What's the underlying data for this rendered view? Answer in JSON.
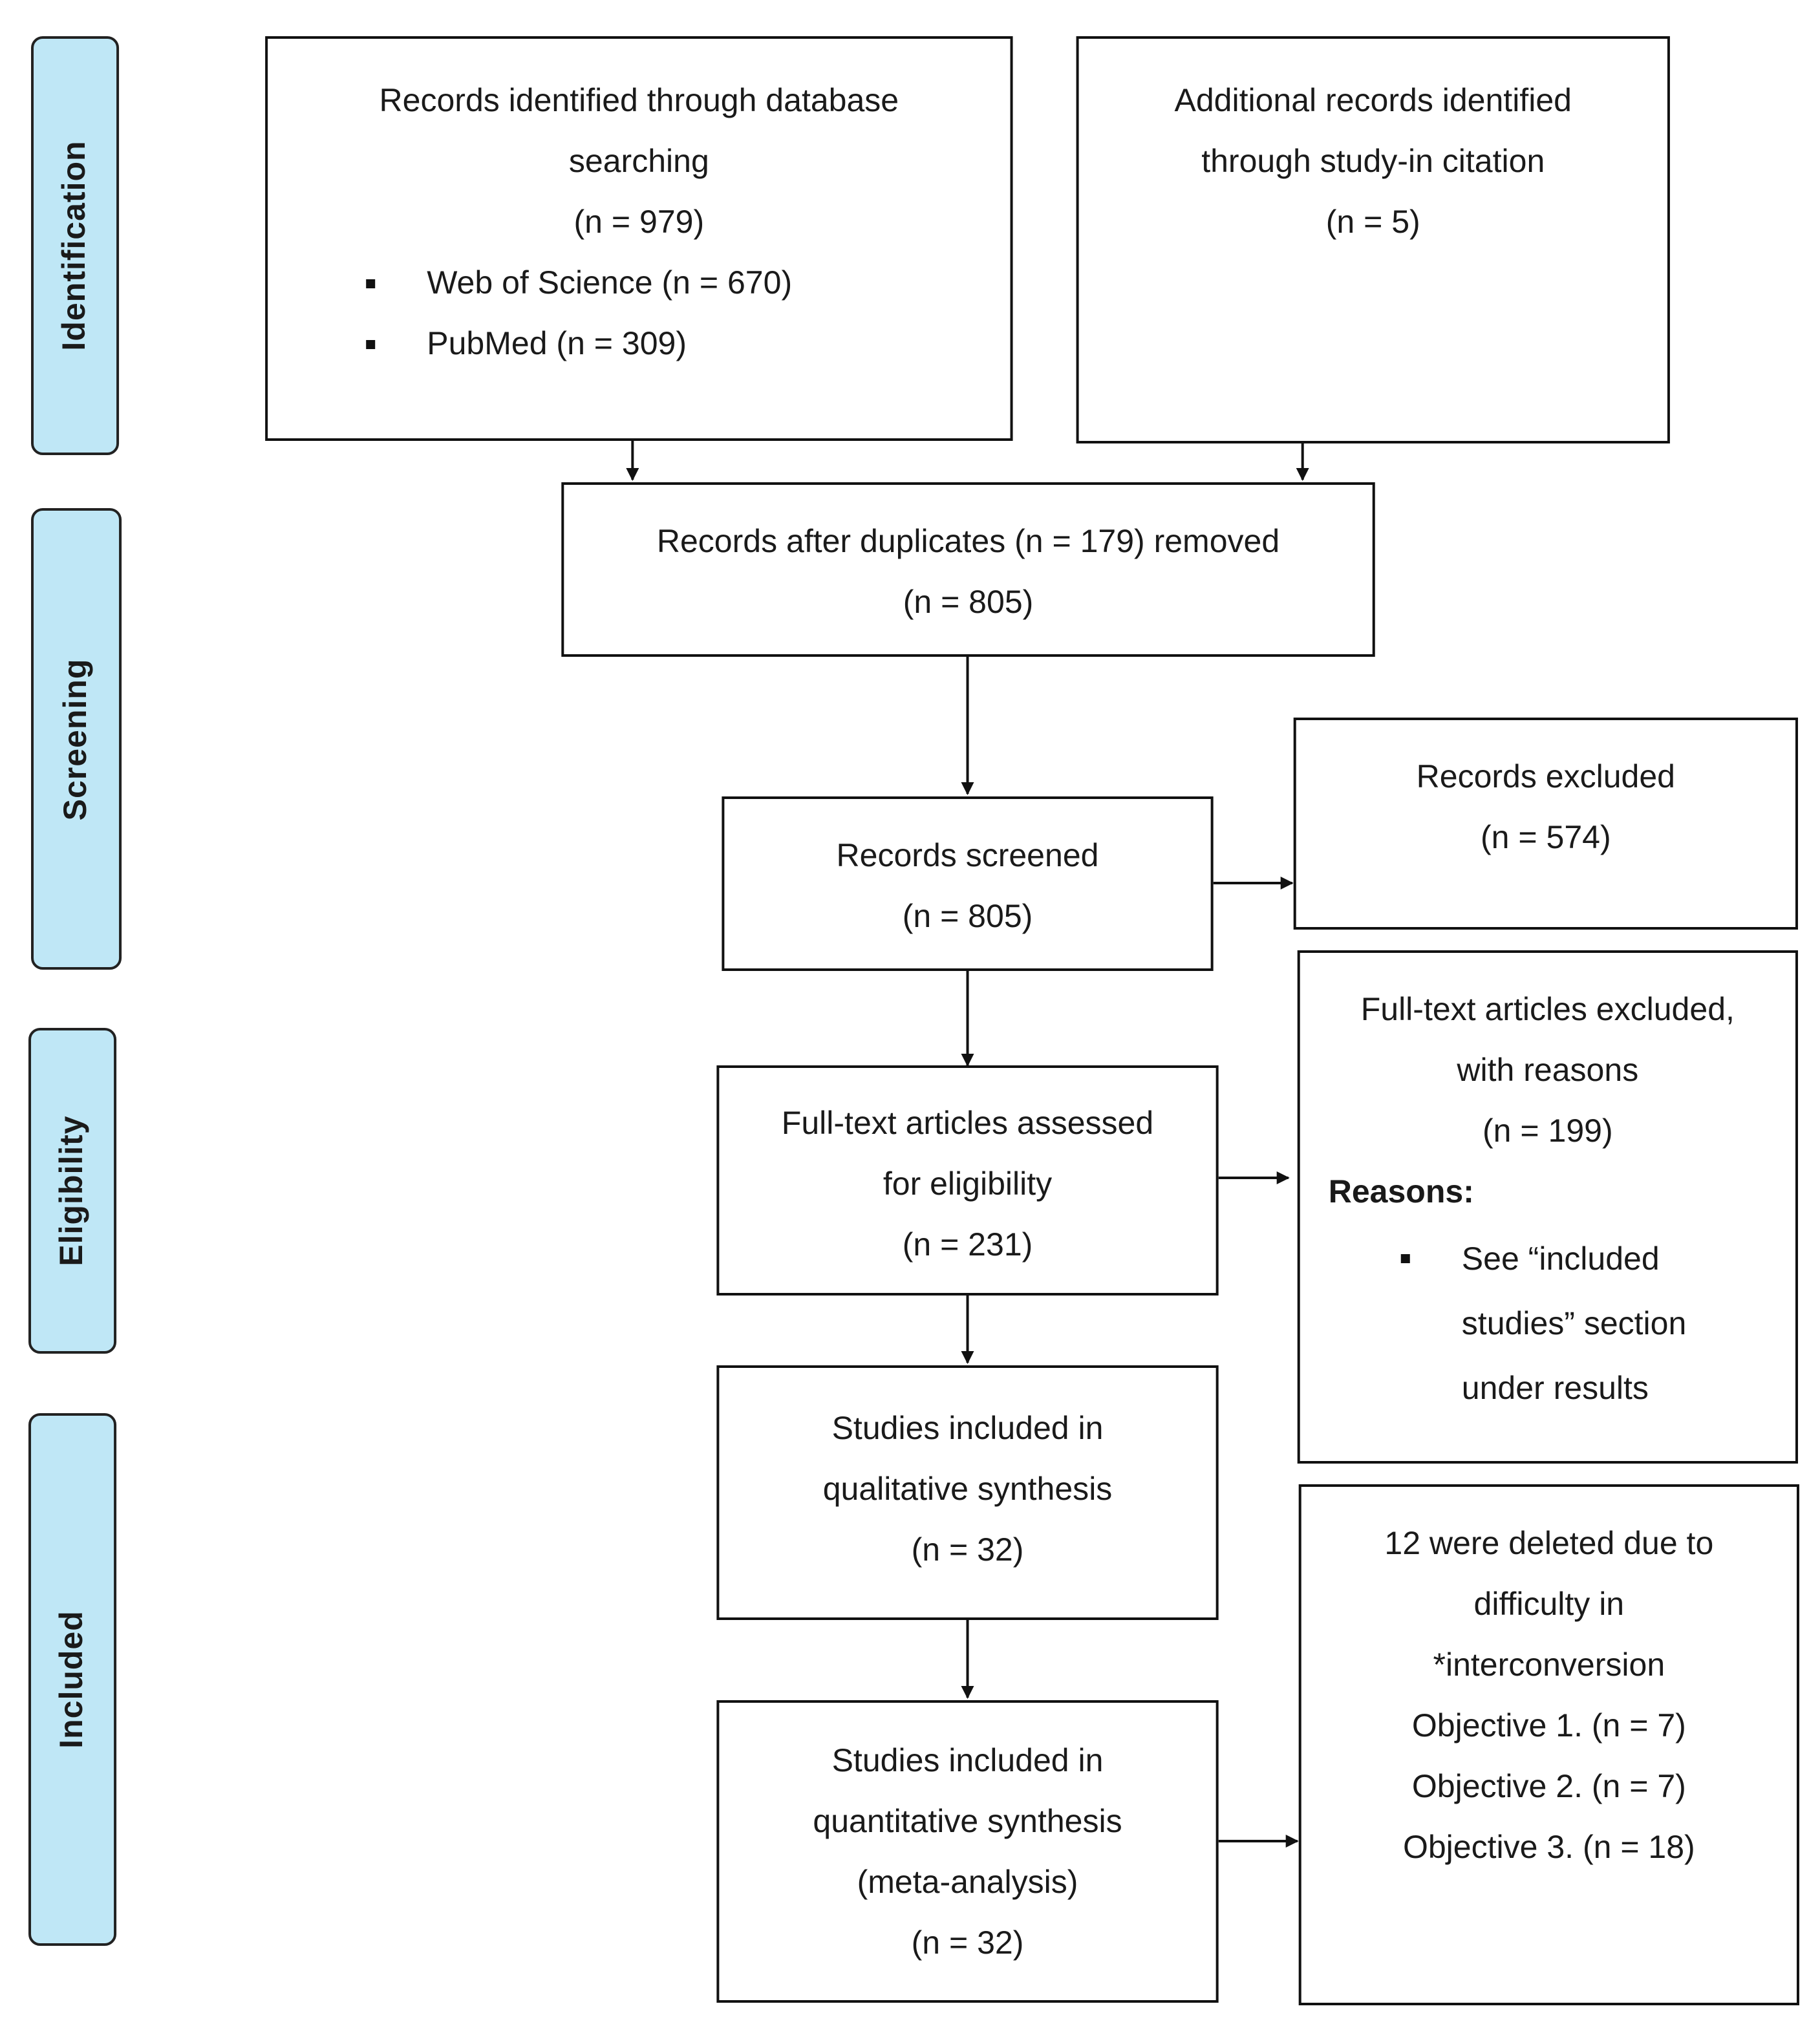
{
  "phases": {
    "identification": "Identification",
    "screening": "Screening",
    "eligibility": "Eligibility",
    "included": "Included"
  },
  "database": {
    "line1": "Records identified through database",
    "line2": "searching",
    "count": "(n = 979)",
    "sources": [
      "Web of Science (n = 670)",
      "PubMed (n = 309)"
    ]
  },
  "additional": {
    "line1": "Additional records identified",
    "line2": "through study-in citation",
    "count": "(n = 5)"
  },
  "duplicates": {
    "line1": "Records after duplicates (n = 179) removed",
    "count": "(n = 805)"
  },
  "screened": {
    "line1": "Records screened",
    "count": "(n = 805)"
  },
  "excluded": {
    "line1": "Records excluded",
    "count": "(n = 574)"
  },
  "fulltext": {
    "line1": "Full-text articles assessed",
    "line2": "for eligibility",
    "count": "(n = 231)"
  },
  "fulltext_excluded": {
    "line1": "Full-text articles excluded,",
    "line2": "with reasons",
    "count": "(n = 199)",
    "reasons_label": "Reasons:",
    "reason_lines": [
      "See “included",
      "studies” section",
      "under results"
    ]
  },
  "qualitative": {
    "line1": "Studies included in",
    "line2": "qualitative synthesis",
    "count": "(n = 32)"
  },
  "quantitative": {
    "line1": "Studies included in",
    "line2": "quantitative synthesis",
    "line3": "(meta-analysis)",
    "count": "(n = 32)"
  },
  "deleted_note": {
    "lines": [
      "12 were deleted due to",
      "difficulty in",
      "*interconversion",
      "Objective 1. (n = 7)",
      "Objective 2. (n = 7)",
      "Objective 3. (n = 18)"
    ]
  }
}
